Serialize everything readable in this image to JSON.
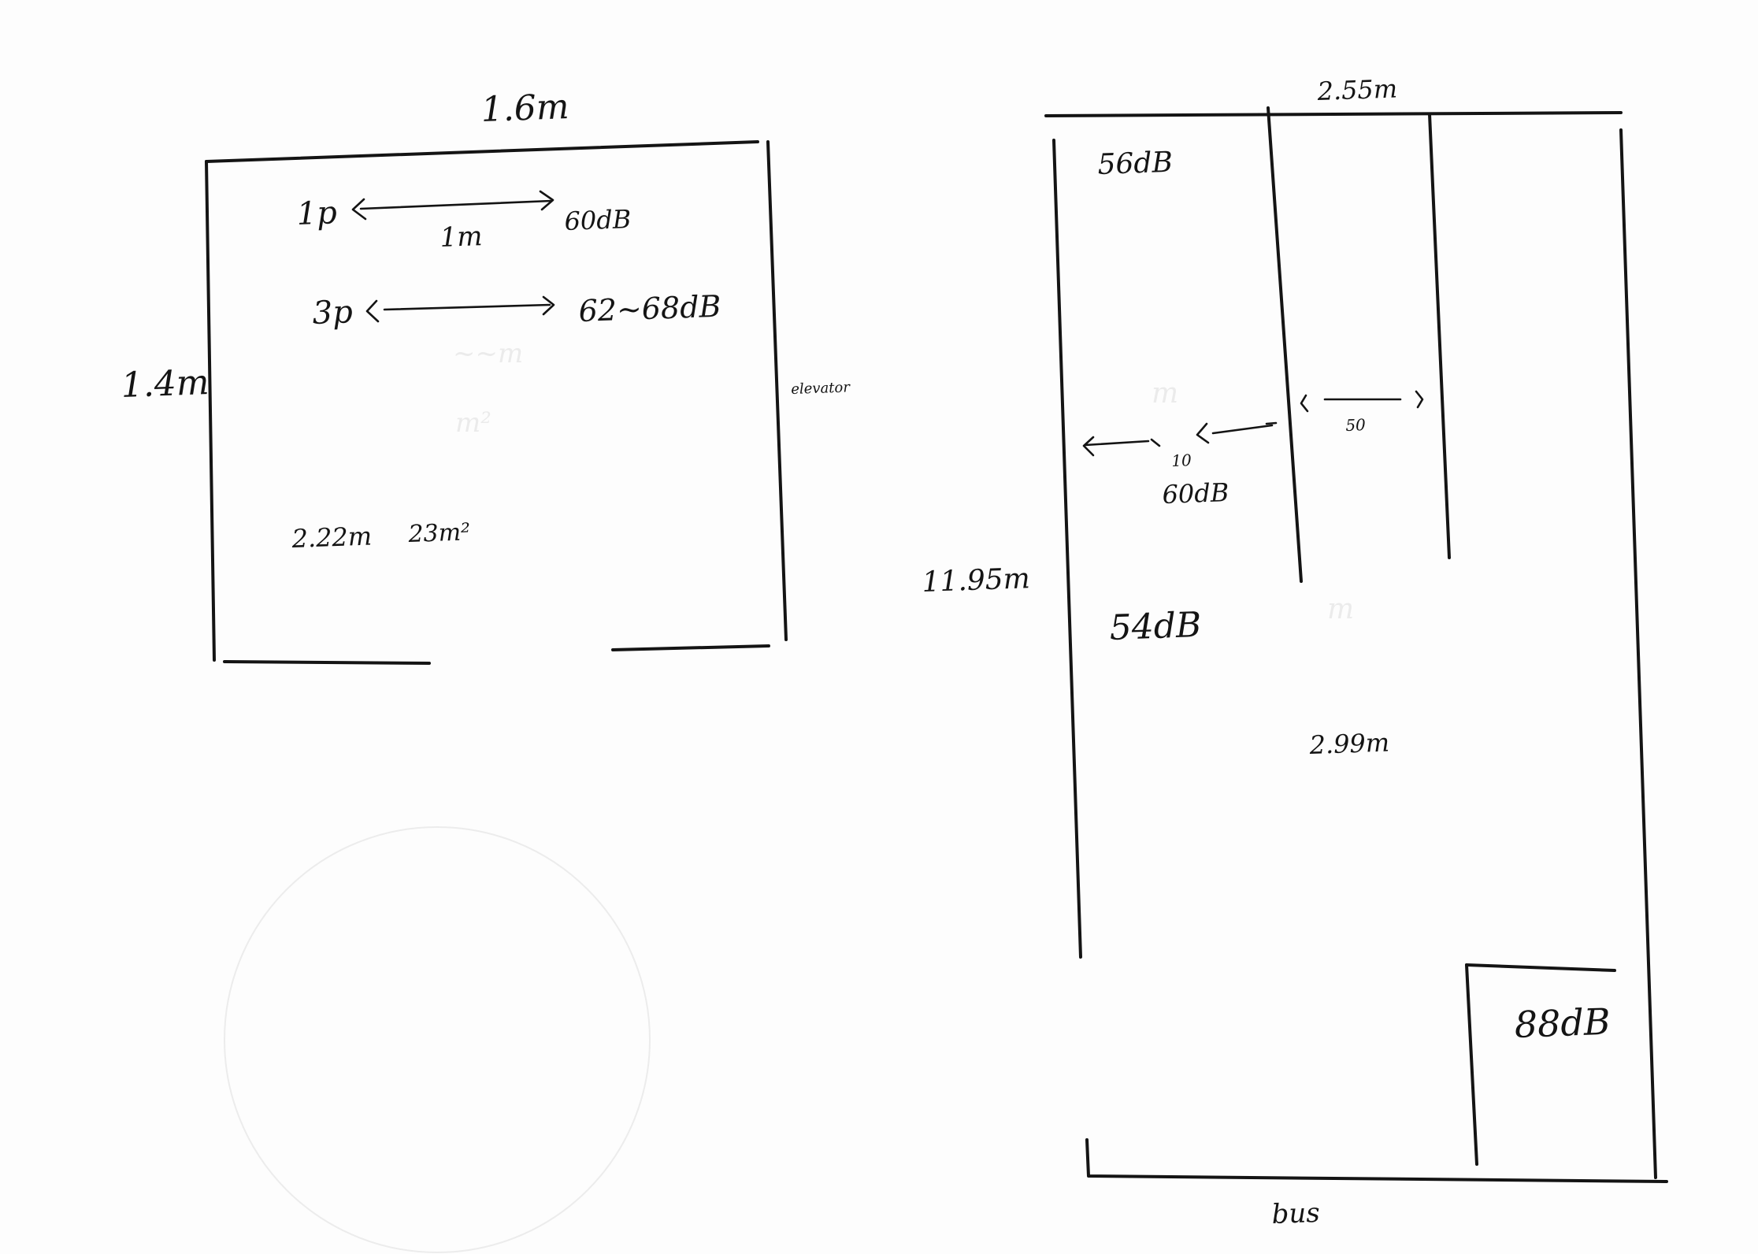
{
  "left_room": {
    "width_label": "1.6m",
    "height_label": "1.4m",
    "one_person_label": "1p",
    "one_person_distance": "1m",
    "one_person_level": "60dB",
    "three_person_label": "3p",
    "three_person_level": "62~68dB",
    "door_label": "elevator",
    "height_value": "2.22m",
    "area_value": "23m²"
  },
  "right_room": {
    "width_label": "2.55m",
    "length_label": "11.95m",
    "top_level": "56dB",
    "gap_small": "10",
    "gap_small_level": "60dB",
    "gap_large": "50",
    "middle_level": "54dB",
    "height_value": "2.99m",
    "corner_level": "88dB",
    "bottom_label": "bus"
  },
  "colors": {
    "ink": "#141414",
    "paper": "#fdfdfd"
  }
}
